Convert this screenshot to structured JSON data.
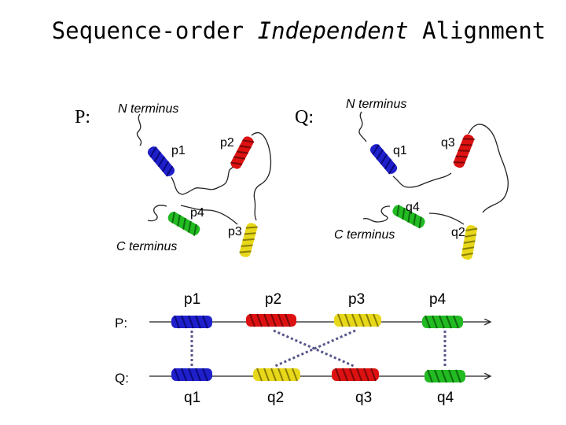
{
  "title": {
    "part1": "Sequence-order ",
    "part2": "Independent",
    "part3": " Alignment"
  },
  "structures": {
    "p_label": "P:",
    "q_label": "Q:",
    "p": {
      "n_terminus": "N terminus",
      "c_terminus": "C terminus",
      "helices": [
        "p1",
        "p2",
        "p3",
        "p4"
      ]
    },
    "q": {
      "n_terminus": "N terminus",
      "c_terminus": "C terminus",
      "helices": [
        "q1",
        "q2",
        "q3",
        "q4"
      ]
    }
  },
  "alignment": {
    "p_row_label": "P:",
    "q_row_label": "Q:",
    "p_order": [
      "p1",
      "p2",
      "p3",
      "p4"
    ],
    "q_order": [
      "q1",
      "q2",
      "q3",
      "q4"
    ],
    "mapping": [
      [
        "p1",
        "q1"
      ],
      [
        "p2",
        "q3"
      ],
      [
        "p3",
        "q2"
      ],
      [
        "p4",
        "q4"
      ]
    ]
  },
  "colors": {
    "helix1": "#1f1fcc",
    "helix2": "#dd1111",
    "helix3": "#e8d81a",
    "helix4": "#22bb22",
    "connector": "#55558a",
    "loop": "#222222"
  }
}
